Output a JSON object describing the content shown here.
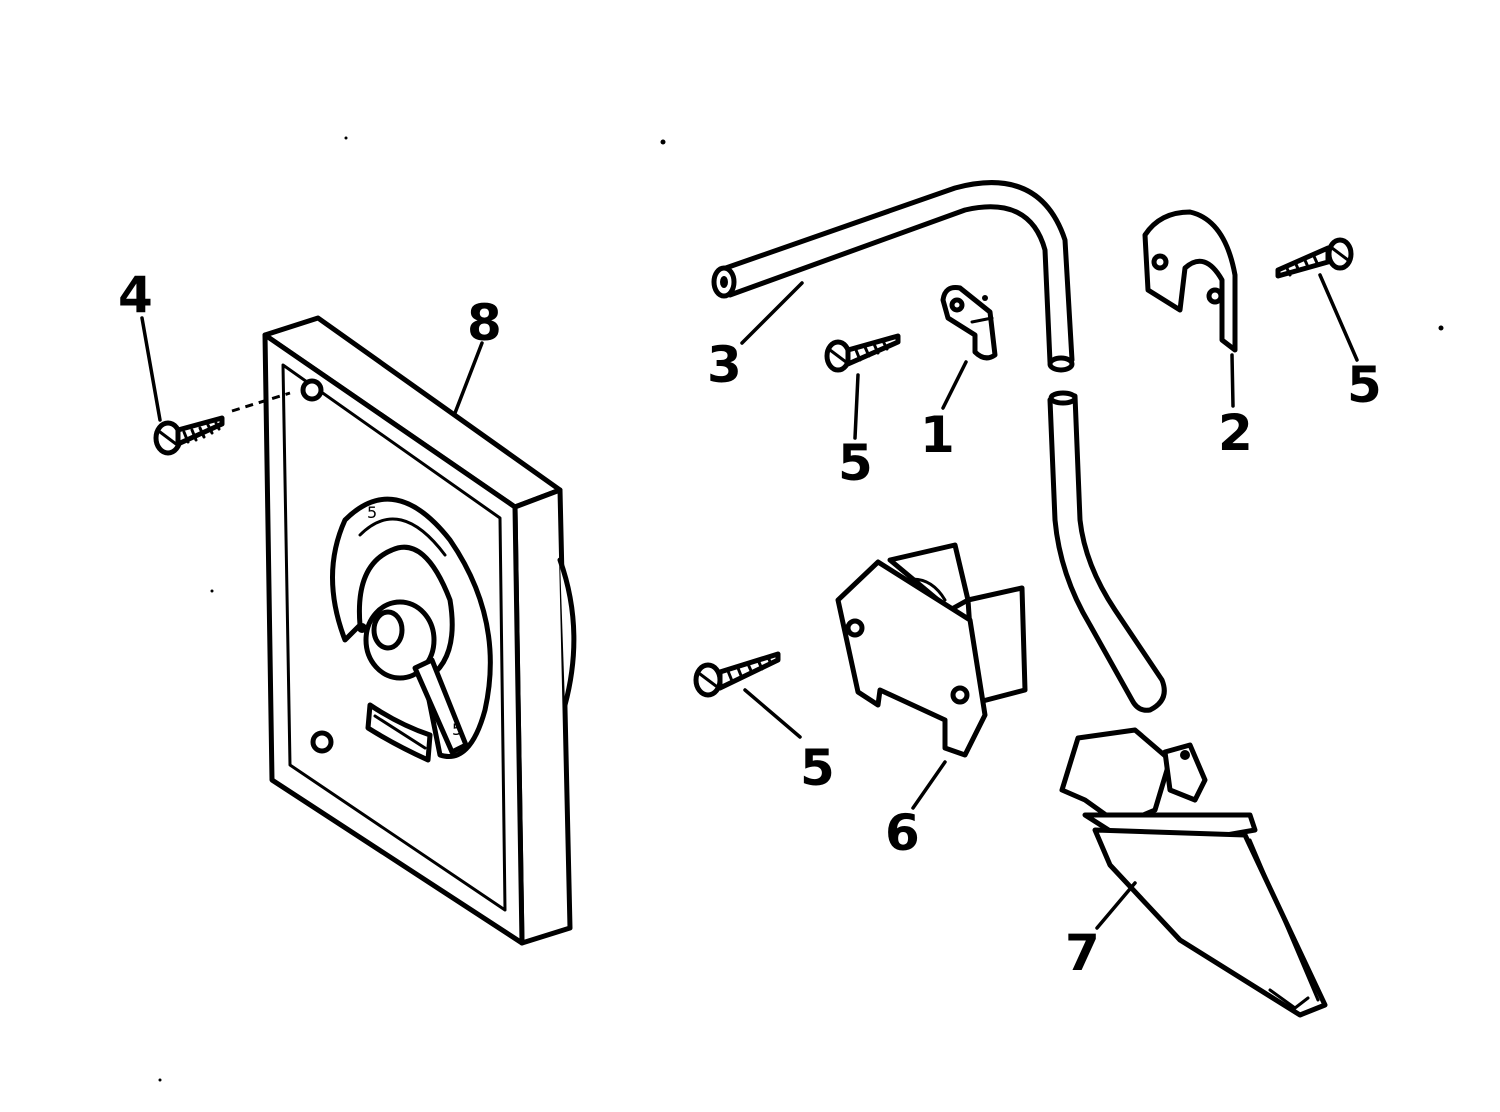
{
  "callouts": {
    "part_1": "1",
    "part_2": "2",
    "part_3": "3",
    "part_4": "4",
    "part_5a": "5",
    "part_5b": "5",
    "part_5c": "5",
    "part_6": "6",
    "part_7": "7",
    "part_8": "8"
  },
  "dial_marks": {
    "top": "5",
    "bottom": "5"
  },
  "colors": {
    "line": "#000000",
    "background": "#ffffff"
  }
}
